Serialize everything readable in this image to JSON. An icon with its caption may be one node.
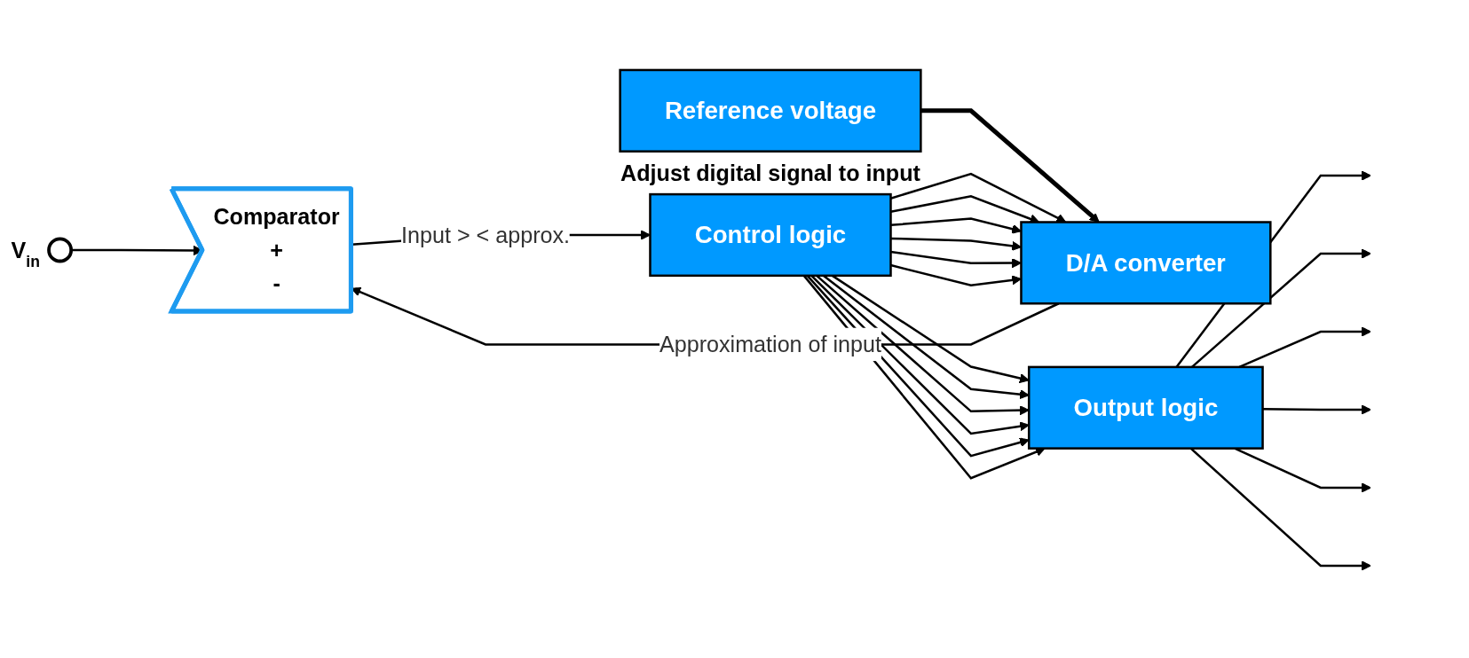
{
  "diagram": {
    "nodes": [
      {
        "text": [
          "Comparator",
          "+",
          "-"
        ]
      },
      {
        "text": [],
        "shape": "circle",
        "beside": [
          "V$_{in}$"
        ]
      },
      {
        "text": [
          "Reference voltage"
        ]
      },
      {
        "text": [
          "D/A converter"
        ]
      },
      {
        "text": [
          "Control logic"
        ],
        "beside": [
          "Adjust digital signal to input"
        ]
      },
      {
        "text": [
          "Output logic"
        ]
      }
    ],
    "edges": [
      {
        "from": 1,
        "to": 0,
        "arrow": "to"
      },
      {
        "from": 3,
        "to": 0,
        "arrow": "to",
        "label": "Approximation of input"
      },
      {
        "from": 0,
        "to": 4,
        "arrow": "to",
        "label": "Input > < approx."
      },
      {
        "from": 2,
        "to": 3,
        "arrow": "to",
        "style": "thick"
      },
      {
        "from": 4,
        "to": 3,
        "arrow": "to"
      },
      {
        "from": 4,
        "to": 3,
        "arrow": "to"
      },
      {
        "from": 4,
        "to": 3,
        "arrow": "to"
      },
      {
        "from": 4,
        "to": 3,
        "arrow": "to"
      },
      {
        "from": 4,
        "to": 3,
        "arrow": "to"
      },
      {
        "from": 4,
        "to": 3,
        "arrow": "to"
      },
      {
        "from": 4,
        "to": 5,
        "arrow": "to"
      },
      {
        "from": 4,
        "to": 5,
        "arrow": "to"
      },
      {
        "from": 4,
        "to": 5,
        "arrow": "to"
      },
      {
        "from": 4,
        "to": 5,
        "arrow": "to"
      },
      {
        "from": 4,
        "to": 5,
        "arrow": "to"
      },
      {
        "from": 4,
        "to": 5,
        "arrow": "to"
      },
      {
        "from": 5,
        "to": null,
        "arrow": "to"
      },
      {
        "from": 5,
        "to": null,
        "arrow": "to"
      },
      {
        "from": 5,
        "to": null,
        "arrow": "to"
      },
      {
        "from": 5,
        "to": null,
        "arrow": "to"
      },
      {
        "from": 5,
        "to": null,
        "arrow": "to"
      },
      {
        "from": 5,
        "to": null,
        "arrow": "to"
      }
    ]
  }
}
